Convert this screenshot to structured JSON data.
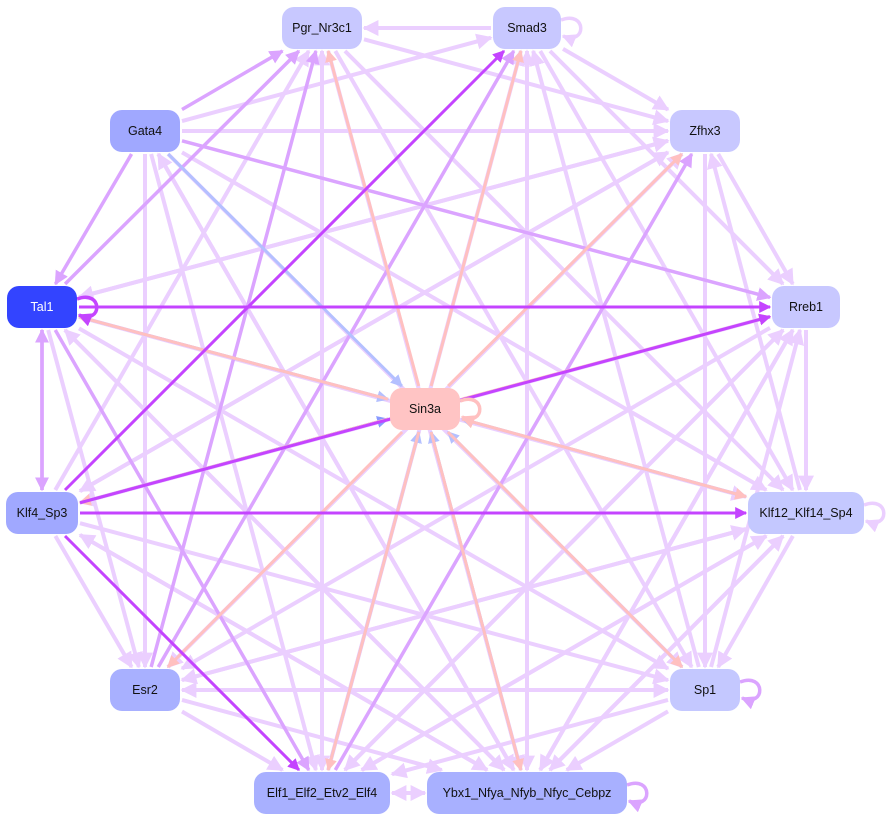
{
  "nodes": [
    {
      "id": "pgr",
      "label": "Pgr_Nr3c1",
      "color": "#c8c8ff",
      "text": "#111111"
    },
    {
      "id": "smad3",
      "label": "Smad3",
      "color": "#c8c8ff",
      "text": "#111111"
    },
    {
      "id": "gata4",
      "label": "Gata4",
      "color": "#a0a8ff",
      "text": "#111111"
    },
    {
      "id": "zfhx3",
      "label": "Zfhx3",
      "color": "#c8c8ff",
      "text": "#111111"
    },
    {
      "id": "tal1",
      "label": "Tal1",
      "color": "#3344ff",
      "text": "#ffffff"
    },
    {
      "id": "rreb1",
      "label": "Rreb1",
      "color": "#c8c8ff",
      "text": "#111111"
    },
    {
      "id": "sin3a",
      "label": "Sin3a",
      "color": "#ffc4c4",
      "text": "#111111"
    },
    {
      "id": "klf4",
      "label": "Klf4_Sp3",
      "color": "#a0a8ff",
      "text": "#111111"
    },
    {
      "id": "klf12",
      "label": "Klf12_Klf14_Sp4",
      "color": "#c4c8ff",
      "text": "#111111"
    },
    {
      "id": "esr2",
      "label": "Esr2",
      "color": "#a8b0ff",
      "text": "#111111"
    },
    {
      "id": "sp1",
      "label": "Sp1",
      "color": "#c4c8ff",
      "text": "#111111"
    },
    {
      "id": "elf1",
      "label": "Elf1_Elf2_Etv2_Elf4",
      "color": "#a8b0ff",
      "text": "#111111"
    },
    {
      "id": "ybx1",
      "label": "Ybx1_Nfya_Nfyb_Nfyc_Cebpz",
      "color": "#a8b0ff",
      "text": "#111111"
    }
  ],
  "edge_colors": {
    "light": "#ebcfff",
    "medium": "#dba4ff",
    "strong": "#c444ff",
    "pink": "#ffc0c0",
    "blue": "#b4c0ff",
    "darkblue": "#8899ff"
  },
  "edges": [
    [
      "tal1",
      "rreb1",
      "strong"
    ],
    [
      "klf4",
      "klf12",
      "strong"
    ],
    [
      "klf4",
      "rreb1",
      "strong"
    ],
    [
      "klf4",
      "smad3",
      "strong"
    ],
    [
      "klf4",
      "elf1",
      "strong"
    ],
    [
      "tal1",
      "pgr",
      "medium"
    ],
    [
      "gata4",
      "pgr",
      "medium"
    ],
    [
      "esr2",
      "smad3",
      "medium"
    ],
    [
      "tal1",
      "elf1",
      "medium"
    ],
    [
      "gata4",
      "tal1",
      "medium"
    ],
    [
      "tal1",
      "klf4",
      "medium"
    ],
    [
      "klf4",
      "tal1",
      "medium"
    ],
    [
      "gata4",
      "rreb1",
      "medium"
    ],
    [
      "esr2",
      "pgr",
      "medium"
    ],
    [
      "elf1",
      "zfhx3",
      "medium"
    ],
    [
      "sin3a",
      "pgr",
      "pink"
    ],
    [
      "sin3a",
      "smad3",
      "pink"
    ],
    [
      "sin3a",
      "zfhx3",
      "pink"
    ],
    [
      "sin3a",
      "rreb1",
      "pink"
    ],
    [
      "sin3a",
      "tal1",
      "pink"
    ],
    [
      "sin3a",
      "klf4",
      "pink"
    ],
    [
      "sin3a",
      "esr2",
      "pink"
    ],
    [
      "sin3a",
      "sp1",
      "pink"
    ],
    [
      "sin3a",
      "klf12",
      "pink"
    ],
    [
      "sin3a",
      "elf1",
      "pink"
    ],
    [
      "sin3a",
      "ybx1",
      "pink"
    ],
    [
      "gata4",
      "sin3a",
      "blue"
    ],
    [
      "tal1",
      "sin3a",
      "blue"
    ],
    [
      "klf4",
      "sin3a",
      "darkblue"
    ],
    [
      "elf1",
      "sin3a",
      "blue"
    ],
    [
      "ybx1",
      "sin3a",
      "blue"
    ],
    [
      "klf12",
      "sin3a",
      "blue"
    ],
    [
      "sp1",
      "sin3a",
      "blue"
    ],
    [
      "gata4",
      "smad3",
      "light"
    ],
    [
      "gata4",
      "zfhx3",
      "light"
    ],
    [
      "gata4",
      "klf12",
      "light"
    ],
    [
      "gata4",
      "sp1",
      "light"
    ],
    [
      "gata4",
      "esr2",
      "light"
    ],
    [
      "gata4",
      "elf1",
      "light"
    ],
    [
      "gata4",
      "ybx1",
      "light"
    ],
    [
      "pgr",
      "zfhx3",
      "light"
    ],
    [
      "smad3",
      "pgr",
      "light"
    ],
    [
      "smad3",
      "zfhx3",
      "light"
    ],
    [
      "smad3",
      "rreb1",
      "light"
    ],
    [
      "smad3",
      "klf12",
      "light"
    ],
    [
      "smad3",
      "ybx1",
      "light"
    ],
    [
      "pgr",
      "klf12",
      "light"
    ],
    [
      "pgr",
      "sp1",
      "light"
    ],
    [
      "pgr",
      "elf1",
      "light"
    ],
    [
      "pgr",
      "ybx1",
      "light"
    ],
    [
      "zfhx3",
      "rreb1",
      "light"
    ],
    [
      "zfhx3",
      "klf4",
      "light"
    ],
    [
      "zfhx3",
      "tal1",
      "light"
    ],
    [
      "zfhx3",
      "sp1",
      "light"
    ],
    [
      "zfhx3",
      "esr2",
      "light"
    ],
    [
      "rreb1",
      "klf12",
      "light"
    ],
    [
      "rreb1",
      "esr2",
      "light"
    ],
    [
      "rreb1",
      "elf1",
      "light"
    ],
    [
      "rreb1",
      "klf4",
      "light"
    ],
    [
      "rreb1",
      "ybx1",
      "light"
    ],
    [
      "tal1",
      "klf12",
      "light"
    ],
    [
      "tal1",
      "sp1",
      "light"
    ],
    [
      "tal1",
      "ybx1",
      "light"
    ],
    [
      "tal1",
      "esr2",
      "light"
    ],
    [
      "tal1",
      "zfhx3",
      "light"
    ],
    [
      "klf4",
      "esr2",
      "light"
    ],
    [
      "klf4",
      "sp1",
      "light"
    ],
    [
      "klf4",
      "ybx1",
      "light"
    ],
    [
      "klf4",
      "zfhx3",
      "light"
    ],
    [
      "klf4",
      "pgr",
      "light"
    ],
    [
      "klf12",
      "sp1",
      "light"
    ],
    [
      "klf12",
      "esr2",
      "light"
    ],
    [
      "klf12",
      "elf1",
      "light"
    ],
    [
      "klf12",
      "ybx1",
      "light"
    ],
    [
      "klf12",
      "zfhx3",
      "light"
    ],
    [
      "esr2",
      "sp1",
      "light"
    ],
    [
      "esr2",
      "elf1",
      "light"
    ],
    [
      "esr2",
      "ybx1",
      "light"
    ],
    [
      "esr2",
      "zfhx3",
      "light"
    ],
    [
      "esr2",
      "klf12",
      "light"
    ],
    [
      "sp1",
      "esr2",
      "light"
    ],
    [
      "sp1",
      "elf1",
      "light"
    ],
    [
      "sp1",
      "ybx1",
      "light"
    ],
    [
      "sp1",
      "rreb1",
      "light"
    ],
    [
      "sp1",
      "smad3",
      "light"
    ],
    [
      "elf1",
      "ybx1",
      "light"
    ],
    [
      "ybx1",
      "elf1",
      "light"
    ],
    [
      "elf1",
      "smad3",
      "light"
    ],
    [
      "elf1",
      "pgr",
      "light"
    ],
    [
      "elf1",
      "rreb1",
      "light"
    ],
    [
      "elf1",
      "klf12",
      "light"
    ],
    [
      "ybx1",
      "smad3",
      "light"
    ],
    [
      "ybx1",
      "rreb1",
      "light"
    ],
    [
      "ybx1",
      "klf12",
      "light"
    ],
    [
      "ybx1",
      "tal1",
      "light"
    ],
    [
      "ybx1",
      "klf4",
      "light"
    ],
    [
      "ybx1",
      "gata4",
      "light"
    ]
  ],
  "self_loops": [
    [
      "smad3",
      "light"
    ],
    [
      "tal1",
      "strong"
    ],
    [
      "sin3a",
      "pink"
    ],
    [
      "klf12",
      "light"
    ],
    [
      "sp1",
      "medium"
    ],
    [
      "ybx1",
      "medium"
    ]
  ]
}
